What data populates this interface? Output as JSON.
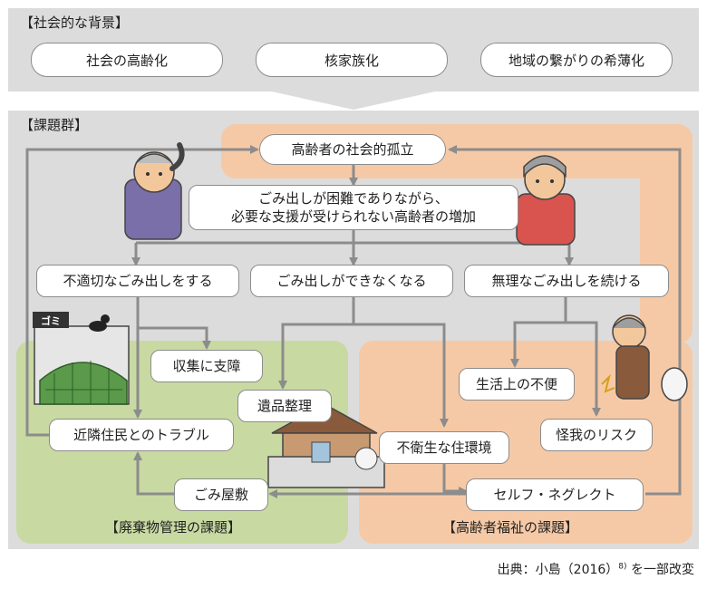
{
  "social_background": {
    "label": "【社会的な背景】",
    "items": [
      "社会の高齢化",
      "核家族化",
      "地域の繋がりの希薄化"
    ]
  },
  "issues": {
    "label": "【課題群】",
    "isolation": "高齢者の社会的孤立",
    "increase_line1": "ごみ出しが困難でありながら、",
    "increase_line2": "必要な支援が受けられない高齢者の増加",
    "improper_disposal": "不適切なごみ出しをする",
    "cannot_dispose": "ごみ出しができなくなる",
    "forced_disposal": "無理なごみ出しを続ける",
    "collection_obstacle": "収集に支障",
    "estate_cleanup": "遺品整理",
    "neighbor_trouble": "近隣住民とのトラブル",
    "garbage_house": "ごみ屋敷",
    "unsanitary": "不衛生な住環境",
    "self_neglect": "セルフ・ネグレクト",
    "daily_inconvenience": "生活上の不便",
    "injury_risk": "怪我のリスク"
  },
  "zones": {
    "waste_label": "【廃棄物管理の課題】",
    "welfare_label": "【高齢者福祉の課題】"
  },
  "illustration": {
    "garbage_sign": "ゴミ"
  },
  "source": {
    "prefix": "出典：小島（2016）",
    "ref": "8)",
    "suffix": "を一部改変"
  },
  "colors": {
    "panel_gray": "#dcdcdc",
    "welfare_orange": "#f6c9a6",
    "waste_green": "#c8d9a2",
    "arrow_gray": "#8c8c8c"
  }
}
